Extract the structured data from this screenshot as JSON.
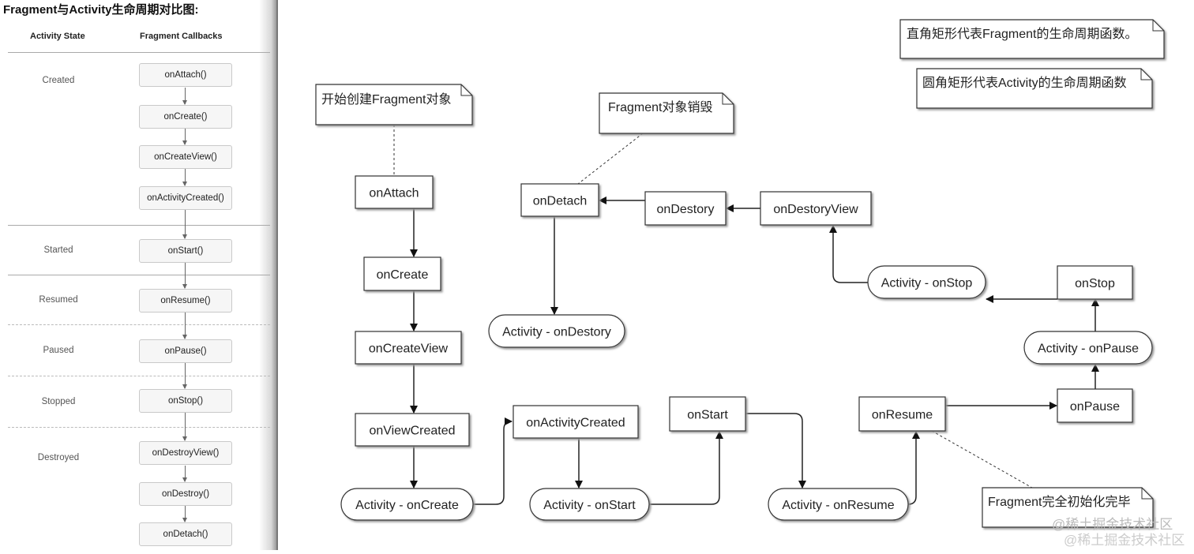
{
  "left_panel": {
    "title": "Fragment与Activity生命周期对比图:",
    "headers": {
      "state": "Activity State",
      "callbacks": "Fragment Callbacks"
    },
    "states": [
      "Created",
      "Started",
      "Resumed",
      "Paused",
      "Stopped",
      "Destroyed"
    ],
    "callbacks": [
      "onAttach()",
      "onCreate()",
      "onCreateView()",
      "onActivityCreated()",
      "onStart()",
      "onResume()",
      "onPause()",
      "onStop()",
      "onDestroyView()",
      "onDestroy()",
      "onDetach()"
    ]
  },
  "diagram": {
    "notes": {
      "start": "开始创建Fragment对象",
      "destroyed": "Fragment对象销毁",
      "legend_rect": "直角矩形代表Fragment的生命周期函数。",
      "legend_round": "圆角矩形代表Activity的生命周期函数",
      "initialized": "Fragment完全初始化完毕"
    },
    "fragment_nodes": {
      "onAttach": "onAttach",
      "onCreate": "onCreate",
      "onCreateView": "onCreateView",
      "onViewCreated": "onViewCreated",
      "onActivityCreated": "onActivityCreated",
      "onStart": "onStart",
      "onResume": "onResume",
      "onPause": "onPause",
      "onStop": "onStop",
      "onDestoryView": "onDestoryView",
      "onDestory": "onDestory",
      "onDetach": "onDetach"
    },
    "activity_nodes": {
      "onCreate": "Activity - onCreate",
      "onStart": "Activity - onStart",
      "onResume": "Activity - onResume",
      "onPause": "Activity - onPause",
      "onStop": "Activity - onStop",
      "onDestory": "Activity - onDestory"
    }
  },
  "watermark": "@稀土掘金技术社区"
}
